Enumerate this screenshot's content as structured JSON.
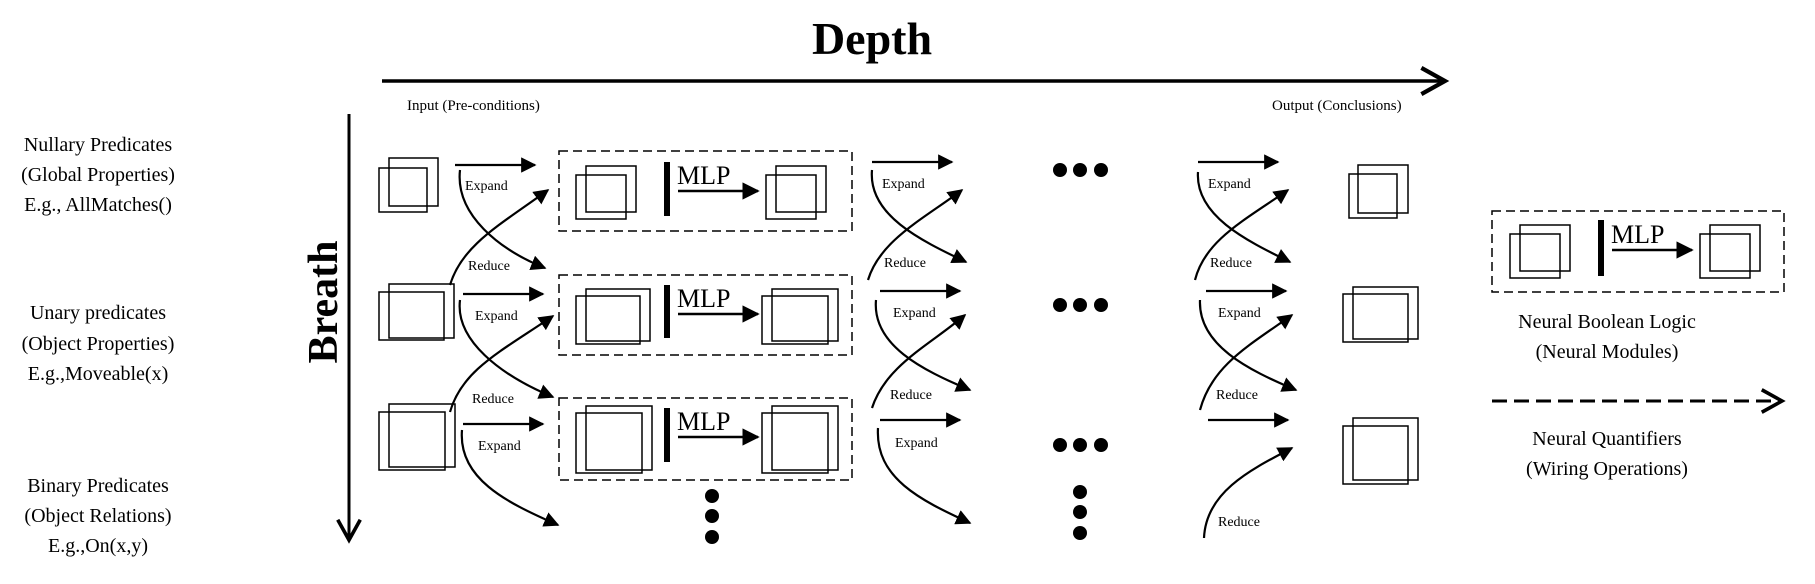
{
  "header": {
    "title": "Depth",
    "input_label": "Input (Pre-conditions)",
    "output_label": "Output (Conclusions)"
  },
  "axis": {
    "breadth_label": "Breath"
  },
  "predicates": [
    {
      "line1": "Nullary Predicates",
      "line2": "(Global Properties)",
      "line3": "E.g., AllMatches()"
    },
    {
      "line1": "Unary predicates",
      "line2": "(Object Properties)",
      "line3": "E.g.,Moveable(x)"
    },
    {
      "line1": "Binary Predicates",
      "line2": "(Object Relations)",
      "line3": "E.g.,On(x,y)"
    }
  ],
  "ops": {
    "expand": "Expand",
    "reduce": "Reduce",
    "mlp": "MLP"
  },
  "legend": {
    "logic_line1": "Neural Boolean Logic",
    "logic_line2": "(Neural Modules)",
    "quant_line1": "Neural Quantifiers",
    "quant_line2": "(Wiring Operations)"
  }
}
